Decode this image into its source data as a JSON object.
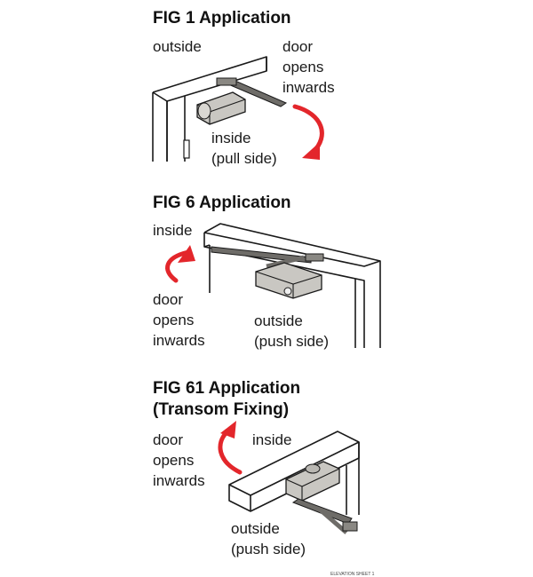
{
  "fig1": {
    "title": "FIG 1 Application",
    "outside": "outside",
    "door_lines": [
      "door",
      "opens",
      "inwards"
    ],
    "inside_lines": [
      "inside",
      "(pull side)"
    ]
  },
  "fig6": {
    "title": "FIG 6 Application",
    "inside": "inside",
    "door_lines": [
      "door",
      "opens",
      "inwards"
    ],
    "outside_lines": [
      "outside",
      "(push side)"
    ]
  },
  "fig61": {
    "title_lines": [
      "FIG 61 Application",
      "(Transom Fixing)"
    ],
    "door_lines": [
      "door",
      "opens",
      "inwards"
    ],
    "inside": "inside",
    "outside_lines": [
      "outside",
      "(push side)"
    ]
  },
  "footer": "ELEVATION SHEET 1",
  "colors": {
    "arrow": "#e3262b",
    "closer_body": "#c9c7c2",
    "arm": "#6e6c68",
    "line": "#1a1a1a"
  }
}
